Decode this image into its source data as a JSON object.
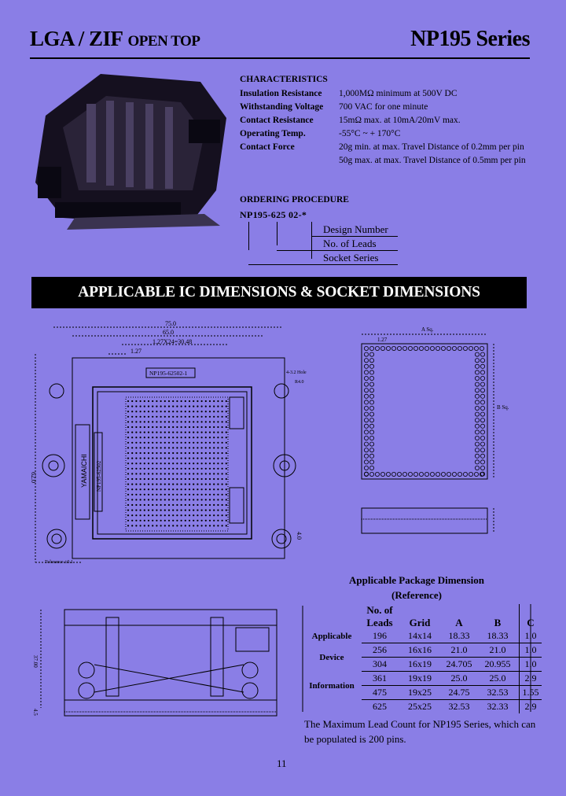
{
  "header": {
    "title": "LGA / ZIF",
    "subtitle": "OPEN TOP",
    "series": "NP195 Series"
  },
  "characteristics": {
    "heading": "CHARACTERISTICS",
    "rows": [
      {
        "label": "Insulation Resistance",
        "value": "1,000MΩ minimum at 500V DC"
      },
      {
        "label": "Withstanding Voltage",
        "value": "700 VAC for one minute"
      },
      {
        "label": "Contact Resistance",
        "value": "15mΩ max. at 10mA/20mV max."
      },
      {
        "label": "Operating Temp.",
        "value": "-55°C ~ + 170°C"
      },
      {
        "label": "Contact Force",
        "value": "20g min. at max. Travel Distance of 0.2mm per pin"
      },
      {
        "label": "",
        "value": "50g max. at max. Travel Distance of 0.5mm per pin"
      }
    ]
  },
  "ordering": {
    "heading": "ORDERING PROCEDURE",
    "code": "NP195-625 02-*",
    "labels": [
      "Design Number",
      "No. of Leads",
      "Socket Series"
    ]
  },
  "banner": "APPLICABLE IC DIMENSIONS & SOCKET DIMENSIONS",
  "drawing": {
    "dim_75": "75.0",
    "dim_65": "65.0",
    "dim_pitch": "1.27X24=30.48",
    "dim_127": "1.27",
    "dim_62": "62.0",
    "dim_40": "4.0",
    "label_np": "NP195-62502-1",
    "label_brand": "YAMAICHI",
    "label_model": "NP195-62502",
    "label_hole": "4-3.2 Hole",
    "label_r": "R4.0",
    "label_tolerance": "Tolerance ±0.1",
    "side_dim_1": "37.00",
    "side_dim_2": "4.5",
    "ic_pitch": "1.27",
    "ic_a": "A Sq.",
    "ic_b": "B Sq."
  },
  "package": {
    "title_line1": "Applicable Package Dimension",
    "title_line2": "(Reference)",
    "headers": {
      "leads_1": "No. of",
      "leads_2": "Leads",
      "grid": "Grid",
      "a": "A",
      "b": "B",
      "c": "C"
    },
    "row_labels": [
      "Applicable",
      "Device",
      "Information"
    ],
    "rows": [
      {
        "leads": "196",
        "grid": "14x14",
        "a": "18.33",
        "b": "18.33",
        "c": "1.0"
      },
      {
        "leads": "256",
        "grid": "16x16",
        "a": "21.0",
        "b": "21.0",
        "c": "1.0"
      },
      {
        "leads": "304",
        "grid": "16x19",
        "a": "24.705",
        "b": "20.955",
        "c": "1.0"
      },
      {
        "leads": "361",
        "grid": "19x19",
        "a": "25.0",
        "b": "25.0",
        "c": "2.9"
      },
      {
        "leads": "475",
        "grid": "19x25",
        "a": "24.75",
        "b": "32.53",
        "c": "1.55"
      },
      {
        "leads": "625",
        "grid": "25x25",
        "a": "32.53",
        "b": "32.33",
        "c": "2.9"
      }
    ],
    "note": "The Maximum Lead Count for NP195 Series, which can be populated is 200 pins."
  },
  "page_number": "11"
}
